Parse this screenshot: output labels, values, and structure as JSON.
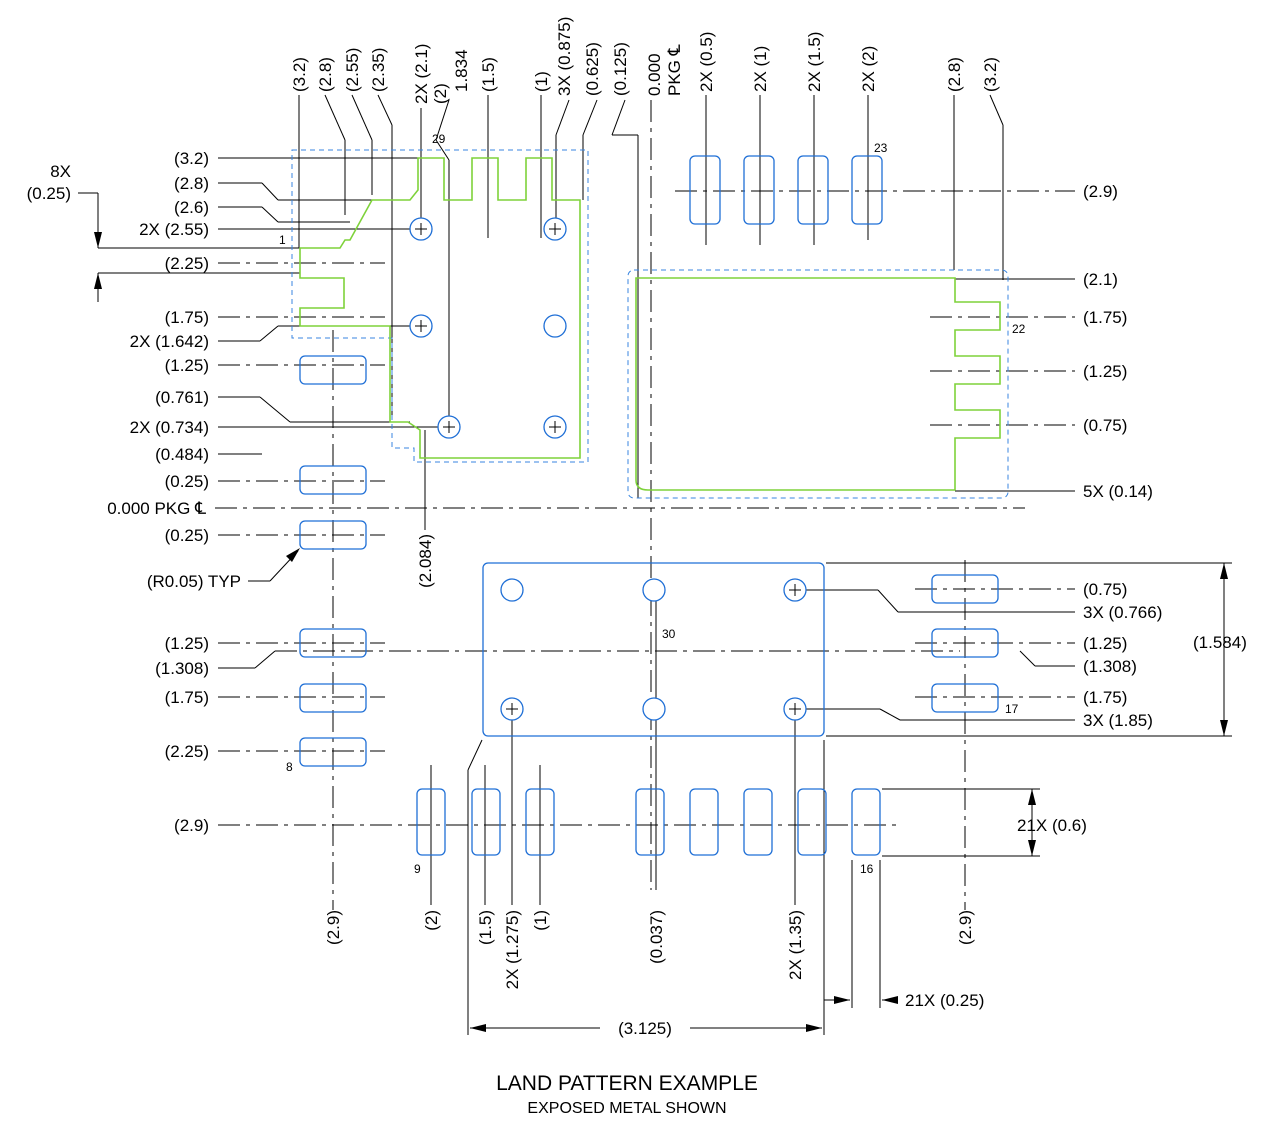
{
  "title": "LAND PATTERN EXAMPLE",
  "subtitle": "EXPOSED METAL SHOWN",
  "colors": {
    "pad": "#1f6fd6",
    "outline": "#7ed23a",
    "solder_mask": "#3a86e0"
  },
  "top_labels": [
    "(3.2)",
    "(2.8)",
    "(2.55)",
    "(2.35)",
    "2X (2.1)",
    "(2)",
    "1.834",
    "(1.5)",
    "(1)",
    "3X (0.875)",
    "(0.625)",
    "(0.125)",
    "0.000",
    "PKG ℄",
    "2X (0.5)",
    "2X (1)",
    "2X (1.5)",
    "2X (2)",
    "(2.8)",
    "(3.2)"
  ],
  "left_labels": [
    "8X",
    "(0.25)",
    "(3.2)",
    "(2.8)",
    "(2.6)",
    "2X (2.55)",
    "(2.25)",
    "(1.75)",
    "2X (1.642)",
    "(1.25)",
    "(0.761)",
    "2X (0.734)",
    "(0.484)",
    "(0.25)",
    "0.000 PKG ℄",
    "(0.25)",
    "(R0.05) TYP",
    "(1.25)",
    "(1.308)",
    "(1.75)",
    "(2.25)",
    "(2.9)"
  ],
  "right_labels": [
    "(2.9)",
    "(2.1)",
    "(1.75)",
    "(1.25)",
    "(0.75)",
    "5X (0.14)",
    "(0.75)",
    "3X (0.766)",
    "(1.25)",
    "(1.308)",
    "(1.75)",
    "3X (1.85)",
    "(1.584)",
    "21X (0.6)"
  ],
  "bottom_labels": [
    "(2.9)",
    "(2)",
    "(1.5)",
    "2X (1.275)",
    "(1)",
    "(0.037)",
    "2X (1.35)",
    "(2.9)",
    "(2.084)",
    "21X (0.25)",
    "(3.125)"
  ],
  "pin_labels": [
    "1",
    "8",
    "9",
    "16",
    "17",
    "22",
    "23",
    "29",
    "30"
  ]
}
